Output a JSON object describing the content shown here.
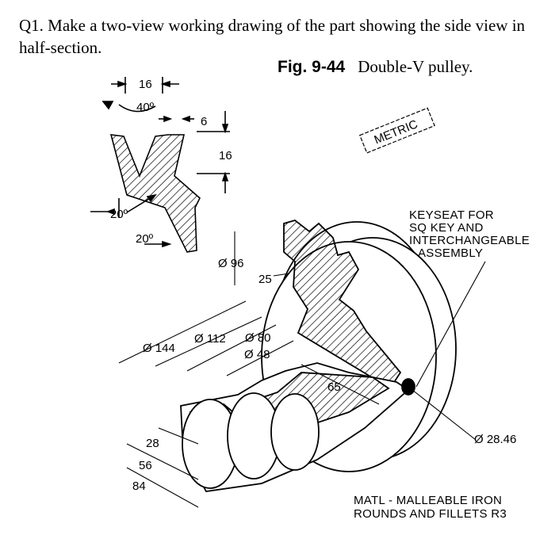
{
  "question": "Q1. Make a two-view working drawing of the part showing the side view in half-section.",
  "figure": {
    "number": "Fig. 9-44",
    "caption": "Double-V pulley."
  },
  "stamp": "METRIC",
  "detail_dims": {
    "top_width": "16",
    "angle": "40º",
    "land": "6",
    "depth": "16",
    "lower_angle": "20º",
    "bottom_angle": "20º"
  },
  "diameters": {
    "hub_outer": "Ø 96",
    "d144": "Ø 144",
    "d112": "Ø 112",
    "d80": "Ø 80",
    "d48": "Ø 48",
    "bore": "Ø 28.46"
  },
  "lengths": {
    "offset": "25",
    "hub_length": "65",
    "l28": "28",
    "l56": "56",
    "l84": "84"
  },
  "notes": {
    "keyseat": [
      "KEYSEAT FOR",
      "SQ KEY AND",
      "INTERCHANGEABLE",
      "ASSEMBLY"
    ],
    "material": [
      "MATL - MALLEABLE IRON",
      "ROUNDS AND FILLETS R3"
    ]
  }
}
